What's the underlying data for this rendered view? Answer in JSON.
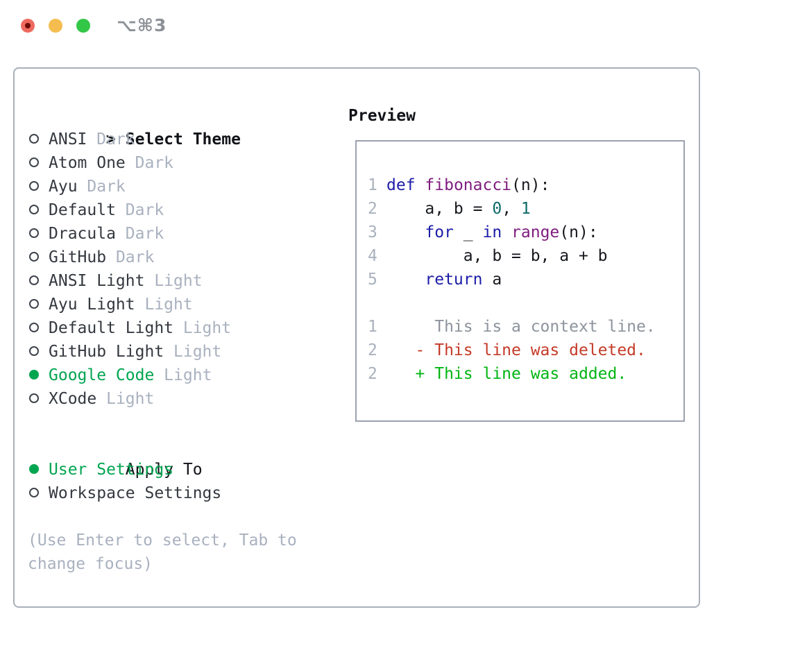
{
  "titlebar": {
    "shortcut": "⌥⌘3"
  },
  "theme_panel": {
    "header_marker": ">",
    "header": "Select Theme",
    "items": [
      {
        "name": "ANSI",
        "variant": "Dark",
        "selected": false
      },
      {
        "name": "Atom One",
        "variant": "Dark",
        "selected": false
      },
      {
        "name": "Ayu",
        "variant": "Dark",
        "selected": false
      },
      {
        "name": "Default",
        "variant": "Dark",
        "selected": false
      },
      {
        "name": "Dracula",
        "variant": "Dark",
        "selected": false
      },
      {
        "name": "GitHub",
        "variant": "Dark",
        "selected": false
      },
      {
        "name": "ANSI Light",
        "variant": "Light",
        "selected": false
      },
      {
        "name": "Ayu Light",
        "variant": "Light",
        "selected": false
      },
      {
        "name": "Default Light",
        "variant": "Light",
        "selected": false
      },
      {
        "name": "GitHub Light",
        "variant": "Light",
        "selected": false
      },
      {
        "name": "Google Code",
        "variant": "Light",
        "selected": true
      },
      {
        "name": "XCode",
        "variant": "Light",
        "selected": false
      }
    ]
  },
  "apply_panel": {
    "header": "Apply To",
    "items": [
      {
        "name": "User Settings",
        "selected": true
      },
      {
        "name": "Workspace Settings",
        "selected": false
      }
    ]
  },
  "help": {
    "line1": "(Use Enter to select, Tab to",
    "line2": "change focus)"
  },
  "preview": {
    "header": "Preview",
    "code_lines": [
      {
        "num": "1",
        "tokens": [
          {
            "text": "def",
            "type": "kw"
          },
          {
            "text": " ",
            "type": "plain"
          },
          {
            "text": "fibonacci",
            "type": "fn"
          },
          {
            "text": "(n):",
            "type": "plain"
          }
        ]
      },
      {
        "num": "2",
        "tokens": [
          {
            "text": "    a, b = ",
            "type": "plain"
          },
          {
            "text": "0",
            "type": "lit"
          },
          {
            "text": ", ",
            "type": "plain"
          },
          {
            "text": "1",
            "type": "lit"
          }
        ]
      },
      {
        "num": "3",
        "tokens": [
          {
            "text": "    ",
            "type": "plain"
          },
          {
            "text": "for",
            "type": "kw"
          },
          {
            "text": " _ ",
            "type": "plain"
          },
          {
            "text": "in",
            "type": "kw"
          },
          {
            "text": " ",
            "type": "plain"
          },
          {
            "text": "range",
            "type": "fn"
          },
          {
            "text": "(n):",
            "type": "plain"
          }
        ]
      },
      {
        "num": "4",
        "tokens": [
          {
            "text": "        a, b = b, a + b",
            "type": "plain"
          }
        ]
      },
      {
        "num": "5",
        "tokens": [
          {
            "text": "    ",
            "type": "plain"
          },
          {
            "text": "return",
            "type": "kw"
          },
          {
            "text": " a",
            "type": "plain"
          }
        ]
      }
    ],
    "diff_lines": [
      {
        "num": "1",
        "text": "     This is a context line.",
        "type": "context"
      },
      {
        "num": "2",
        "text": "   - This line was deleted.",
        "type": "del"
      },
      {
        "num": "2",
        "text": "   + This line was added.",
        "type": "add"
      }
    ]
  },
  "colors": {
    "accent_green": "#00A550",
    "selected_dot_green": "#00A550",
    "keyword_blue": "#1D1DA8",
    "function_purple": "#7E1C7E",
    "literal_teal": "#0E6968",
    "diff_deleted_red": "#C43B28",
    "diff_added_green": "#00B513",
    "diff_context_gray": "#8D949D",
    "muted_gray": "#A9B1BF",
    "traffic_red": "#EE6A5F",
    "traffic_yellow": "#F5BD4F",
    "traffic_green": "#33C748"
  }
}
